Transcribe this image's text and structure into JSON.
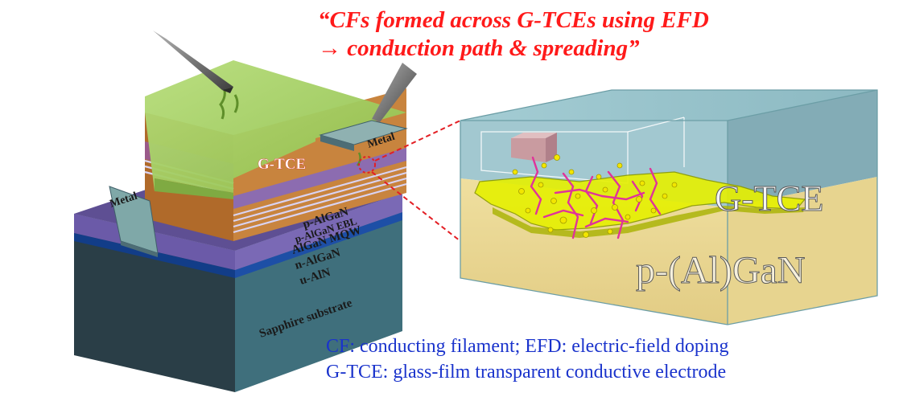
{
  "headline": {
    "line1": "“CFs formed across G-TCEs using EFD",
    "line2": "→ conduction path & spreading”"
  },
  "device": {
    "gtce_label": "G-TCE",
    "metal_left": "Metal",
    "metal_right": "Metal",
    "layers": {
      "p_algan": "p-AlGaN",
      "p_algan_ebl": "p-AlGaN EBL",
      "algan_mqw": "AlGaN MQW",
      "n_algan": "n-AlGaN",
      "u_aln": "u-AlN",
      "sapphire": "Sapphire substrate"
    }
  },
  "zoom": {
    "gtce_label": "G-TCE",
    "substrate_label": "p-(Al)GaN"
  },
  "legend": {
    "line1": "CF: conducting filament; EFD: electric-field doping",
    "line2": "G-TCE: glass-film transparent conductive electrode"
  },
  "colors": {
    "headline": "#ff1a1a",
    "legend": "#1a33cc",
    "gtce_green": "#9cc95a",
    "p_gan_tan": "#e9d59a",
    "box_teal": "#6fa5b0",
    "filament_yellow": "#e6f000",
    "filament_magenta": "#e0339a"
  }
}
